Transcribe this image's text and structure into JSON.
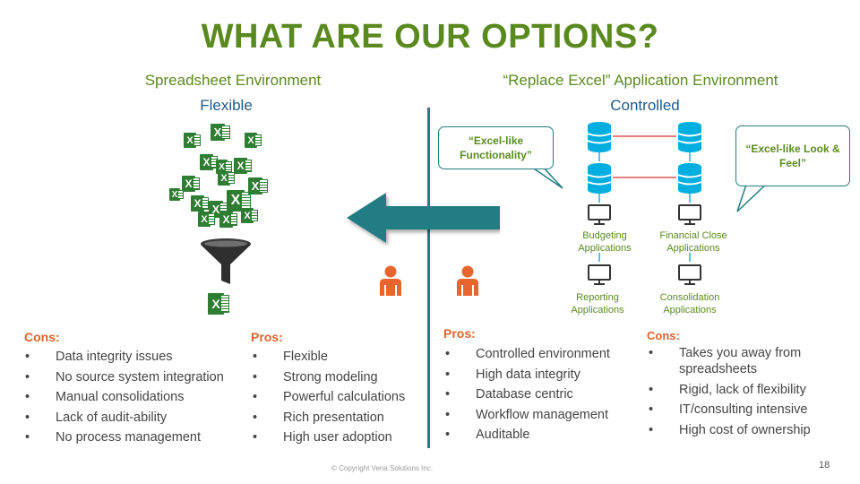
{
  "colors": {
    "green": "#5a8a1f",
    "teal": "#227c84",
    "excel_green": "#2e7d32",
    "db_blue": "#00aee0",
    "connector_red": "#e05555",
    "person_orange": "#e8662e",
    "cons_orange": "#e0622a"
  },
  "title": "WHAT ARE OUR OPTIONS?",
  "left": {
    "heading": "Spreadsheet Environment",
    "subheading": "Flexible",
    "cons": {
      "label": "Cons:",
      "items": [
        "Data integrity issues",
        "No source system integration",
        "Manual consolidations",
        "Lack of audit-ability",
        "No process management"
      ]
    },
    "pros": {
      "label": "Pros:",
      "items": [
        "Flexible",
        "Strong modeling",
        "Powerful calculations",
        "Rich presentation",
        "High user adoption"
      ]
    }
  },
  "right": {
    "heading": "“Replace Excel” Application Environment",
    "subheading": "Controlled",
    "bubbles": {
      "left": "“Excel-like Functionality”",
      "right": "“Excel-like Look & Feel”"
    },
    "apps": {
      "budgeting": "Budgeting Applications",
      "financial_close": "Financial Close Applications",
      "reporting": "Reporting Applications",
      "consolidation": "Consolidation Applications"
    },
    "pros": {
      "label": "Pros:",
      "items": [
        "Controlled environment",
        "High data integrity",
        "Database centric",
        "Workflow management",
        "Auditable"
      ]
    },
    "cons": {
      "label": "Cons:",
      "items": [
        "Takes you away from spreadsheets",
        "Rigid, lack of flexibility",
        "IT/consulting intensive",
        "High cost of ownership"
      ]
    }
  },
  "icons": {
    "excel_letter": "X",
    "excel_file": "excel-file-icon",
    "funnel": "funnel-icon",
    "database": "database-icon",
    "monitor": "monitor-icon",
    "person": "person-icon",
    "arrow": "arrow-left-icon"
  },
  "footer": {
    "copyright": "© Copyright Vena Solutions Inc.",
    "slide_number": "18"
  }
}
